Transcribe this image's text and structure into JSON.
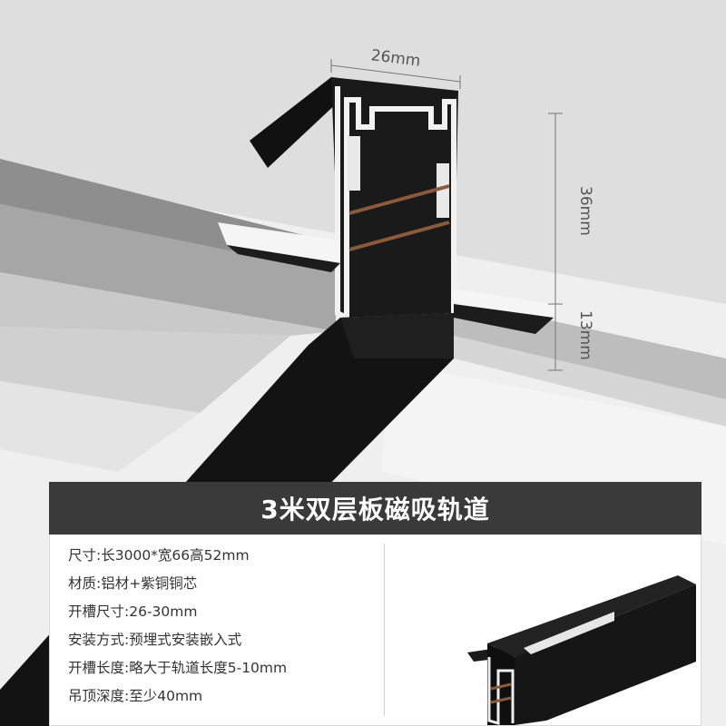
{
  "dimensions": {
    "width": "26mm",
    "height_upper": "36mm",
    "height_lower": "13mm"
  },
  "product": {
    "title": "3米双层板磁吸轨道",
    "specs": [
      {
        "label": "尺寸:",
        "value": "长3000*宽66高52mm"
      },
      {
        "label": "材质:",
        "value": "铝材+紫铜铜芯"
      },
      {
        "label": "开槽尺寸:",
        "value": "26-30mm"
      },
      {
        "label": "安装方式:",
        "value": "预埋式安装嵌入式"
      },
      {
        "label": "开槽长度:",
        "value": "略大于轨道长度5-10mm"
      },
      {
        "label": "吊顶深度:",
        "value": "至少40mm"
      }
    ]
  },
  "colors": {
    "ceiling_dark": "#a9a9a9",
    "ceiling_light": "#e6e6e6",
    "track_black": "#151515",
    "copper": "#8a5a3a",
    "title_bar": "#3a3a3a"
  }
}
